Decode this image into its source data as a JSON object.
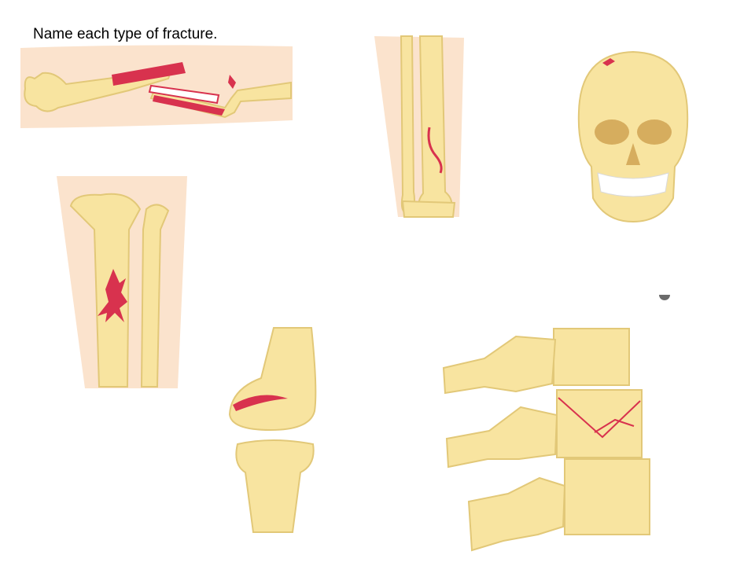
{
  "slide": {
    "title": "Name each type of fracture."
  },
  "colors": {
    "bone_fill": "#f8e4a0",
    "bone_outline": "#e2c878",
    "skin": "#fbe3cd",
    "fracture": "#d8324e",
    "teeth": "#ffffff",
    "eye_socket": "#d6ad5e"
  },
  "illustrations": [
    {
      "name": "open-compound-fracture",
      "bone": "forearm shaft, broken through skin"
    },
    {
      "name": "greenstick-fracture",
      "bone": "lower leg, partial crack"
    },
    {
      "name": "depressed-skull-fracture",
      "bone": "skull"
    },
    {
      "name": "comminuted-fracture",
      "bone": "lower leg, fragmented"
    },
    {
      "name": "epiphyseal-fracture",
      "bone": "knee joint, growth plate"
    },
    {
      "name": "compression-fracture",
      "bone": "vertebral column"
    }
  ]
}
